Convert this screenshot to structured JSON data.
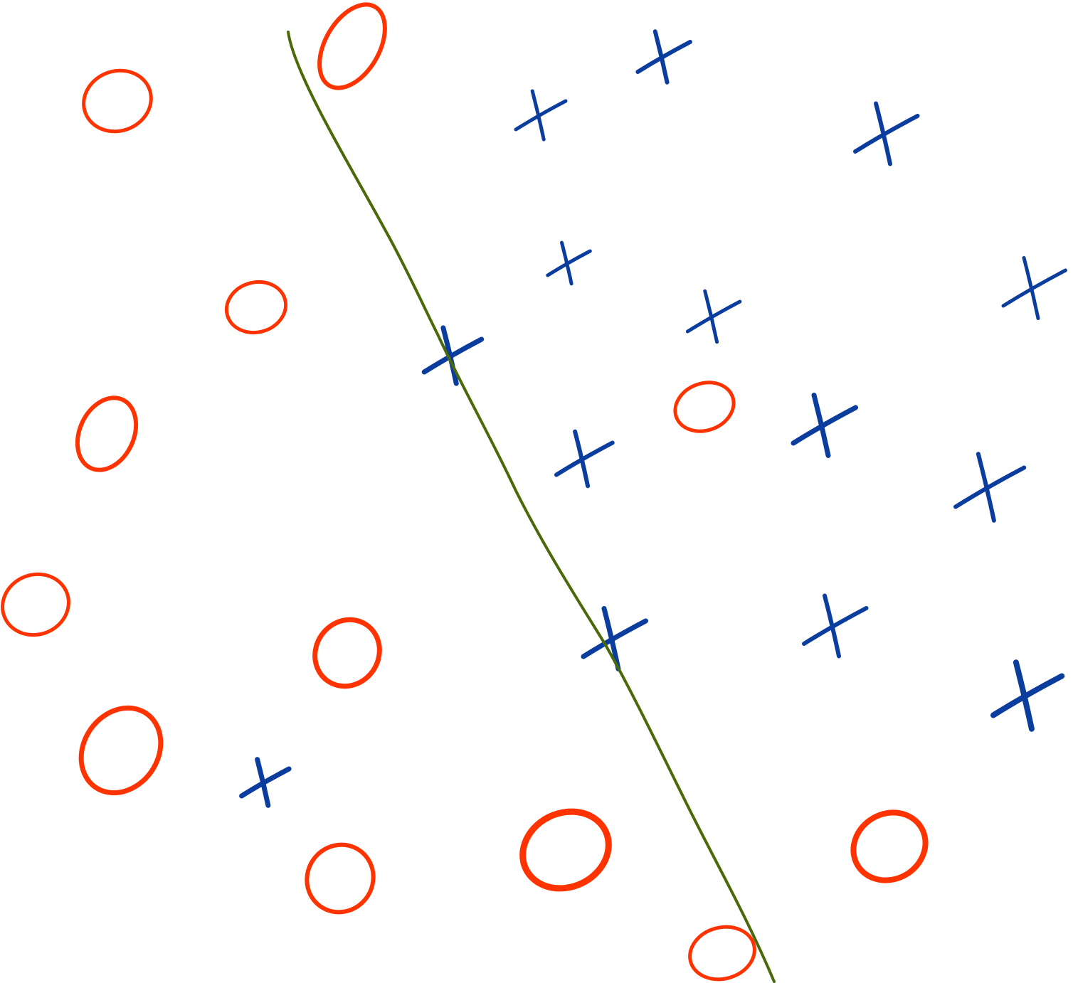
{
  "diagram": {
    "type": "two-class scatter with decision boundary (hand-drawn)",
    "classes": [
      {
        "id": "o",
        "marker": "circle-mark",
        "color": "#ff3300",
        "count": 12
      },
      {
        "id": "x",
        "marker": "cross-mark",
        "color": "#0a3d9e",
        "count": 14
      }
    ],
    "boundary": {
      "color": "#4a6a0a"
    },
    "background": "#ffffff"
  }
}
